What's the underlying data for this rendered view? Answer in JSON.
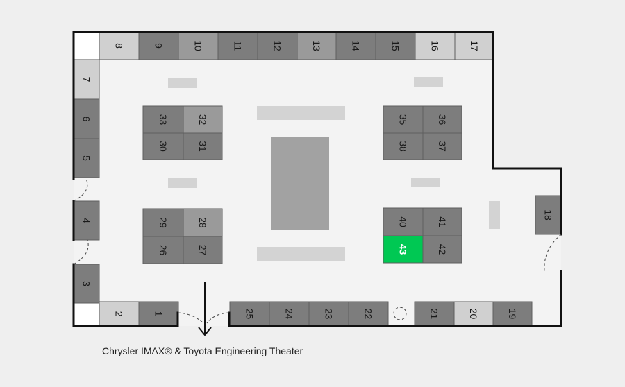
{
  "colors": {
    "background": "#efefef",
    "floor": "#f3f3f3",
    "wall": "#111111",
    "booth_dark": "#7d7d7d",
    "booth_medium": "#9a9a9a",
    "booth_light": "#d0d0d0",
    "booth_highlight": "#00c853",
    "fixture": "#d3d3d3",
    "center_block": "#a2a2a2",
    "booth_border": "#5e5e5e"
  },
  "highlighted_booth": "43",
  "venue_label": "Chrysler IMAX® & Toyota Engineering Theater",
  "booths": [
    {
      "id": "1",
      "label": "1",
      "shade": "dark"
    },
    {
      "id": "2",
      "label": "2",
      "shade": "light"
    },
    {
      "id": "3",
      "label": "3",
      "shade": "dark"
    },
    {
      "id": "4",
      "label": "4",
      "shade": "dark"
    },
    {
      "id": "5",
      "label": "5",
      "shade": "dark"
    },
    {
      "id": "6",
      "label": "6",
      "shade": "dark"
    },
    {
      "id": "7",
      "label": "7",
      "shade": "light"
    },
    {
      "id": "8",
      "label": "8",
      "shade": "light"
    },
    {
      "id": "9",
      "label": "9",
      "shade": "dark"
    },
    {
      "id": "10",
      "label": "10",
      "shade": "medium"
    },
    {
      "id": "11",
      "label": "11",
      "shade": "dark"
    },
    {
      "id": "12",
      "label": "12",
      "shade": "dark"
    },
    {
      "id": "13",
      "label": "13",
      "shade": "medium"
    },
    {
      "id": "14",
      "label": "14",
      "shade": "dark"
    },
    {
      "id": "15",
      "label": "15",
      "shade": "dark"
    },
    {
      "id": "16",
      "label": "16",
      "shade": "light"
    },
    {
      "id": "17",
      "label": "17",
      "shade": "light"
    },
    {
      "id": "18",
      "label": "18",
      "shade": "dark"
    },
    {
      "id": "19",
      "label": "19",
      "shade": "dark"
    },
    {
      "id": "20",
      "label": "20",
      "shade": "light"
    },
    {
      "id": "21",
      "label": "21",
      "shade": "dark"
    },
    {
      "id": "22",
      "label": "22",
      "shade": "dark"
    },
    {
      "id": "23",
      "label": "23",
      "shade": "dark"
    },
    {
      "id": "24",
      "label": "24",
      "shade": "dark"
    },
    {
      "id": "25",
      "label": "25",
      "shade": "dark"
    },
    {
      "id": "26",
      "label": "26",
      "shade": "dark"
    },
    {
      "id": "27",
      "label": "27",
      "shade": "dark"
    },
    {
      "id": "28",
      "label": "28",
      "shade": "medium"
    },
    {
      "id": "29",
      "label": "29",
      "shade": "dark"
    },
    {
      "id": "30",
      "label": "30",
      "shade": "dark"
    },
    {
      "id": "31",
      "label": "31",
      "shade": "dark"
    },
    {
      "id": "32",
      "label": "32",
      "shade": "medium"
    },
    {
      "id": "33",
      "label": "33",
      "shade": "dark"
    },
    {
      "id": "35",
      "label": "35",
      "shade": "dark"
    },
    {
      "id": "36",
      "label": "36",
      "shade": "dark"
    },
    {
      "id": "37",
      "label": "37",
      "shade": "dark"
    },
    {
      "id": "38",
      "label": "38",
      "shade": "dark"
    },
    {
      "id": "40",
      "label": "40",
      "shade": "dark"
    },
    {
      "id": "41",
      "label": "41",
      "shade": "dark"
    },
    {
      "id": "42",
      "label": "42",
      "shade": "dark"
    },
    {
      "id": "43",
      "label": "43",
      "shade": "highlight"
    }
  ]
}
